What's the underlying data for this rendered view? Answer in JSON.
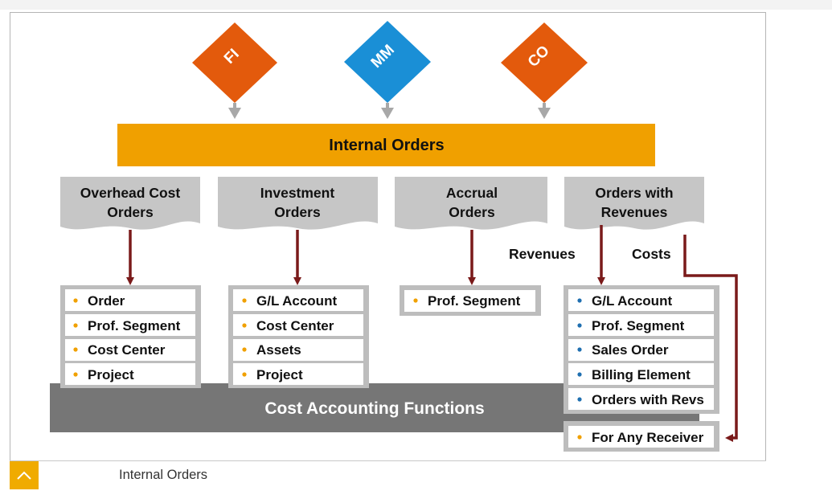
{
  "modules": [
    "FI",
    "MM",
    "CO"
  ],
  "banner": "Internal Orders",
  "order_types": [
    {
      "line1": "Overhead Cost",
      "line2": "Orders"
    },
    {
      "line1": "Investment",
      "line2": "Orders"
    },
    {
      "line1": "Accrual",
      "line2": "Orders"
    },
    {
      "line1": "Orders with",
      "line2": "Revenues"
    }
  ],
  "edge_labels": {
    "revenues": "Revenues",
    "costs": "Costs"
  },
  "cost_accounting_functions": "Cost Accounting Functions",
  "lists": {
    "overhead": [
      "Order",
      "Prof. Segment",
      "Cost Center",
      "Project"
    ],
    "investment": [
      "G/L Account",
      "Cost Center",
      "Assets",
      "Project"
    ],
    "accrual": [
      "Prof. Segment"
    ],
    "revenues": [
      "G/L Account",
      "Prof. Segment",
      "Sales Order",
      "Billing Element",
      "Orders with Revs"
    ],
    "receiver": [
      "For Any Receiver"
    ]
  },
  "footer": {
    "label": "Internal Orders",
    "icon": "chevron-up-icon"
  },
  "colors": {
    "fi": "#e35a0c",
    "mm": "#1a8fd6",
    "co": "#e35a0c",
    "banner": "#f0a000",
    "arrow": "#7a1a1a",
    "bullet_orange": "#f0a000",
    "bullet_blue": "#1f6fb0"
  }
}
